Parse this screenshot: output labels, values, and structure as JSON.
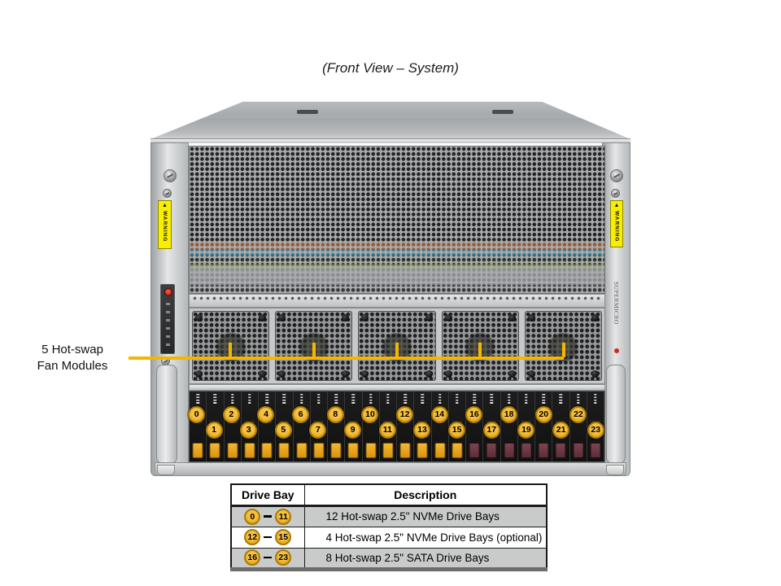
{
  "title": "(Front View – System)",
  "callout": {
    "label_line1": "5 Hot-swap",
    "label_line2": "Fan Modules",
    "line_color": "#F2B705"
  },
  "chassis": {
    "brand_vertical": "SUPERMICRO",
    "warning_label": "WARNING",
    "fan_module_count": 5,
    "drive_bay_numbers": [
      0,
      1,
      2,
      3,
      4,
      5,
      6,
      7,
      8,
      9,
      10,
      11,
      12,
      13,
      14,
      15,
      16,
      17,
      18,
      19,
      20,
      21,
      22,
      23
    ],
    "bay_groups": [
      {
        "first": 0,
        "last": 15,
        "latch_style": "amber",
        "latch_color": "#E8A41F"
      },
      {
        "first": 16,
        "last": 23,
        "latch_style": "maroon",
        "latch_color": "#6E3742"
      }
    ]
  },
  "table": {
    "headers": [
      "Drive Bay",
      "Description"
    ],
    "rows": [
      {
        "from": "0",
        "to": "11",
        "description": "12 Hot-swap 2.5\" NVMe Drive Bays"
      },
      {
        "from": "12",
        "to": "15",
        "description": "4 Hot-swap 2.5\" NVMe Drive Bays (optional)"
      },
      {
        "from": "16",
        "to": "23",
        "description": "8 Hot-swap 2.5\" SATA Drive Bays"
      }
    ]
  },
  "colors": {
    "badge_fill": "#E8A81E",
    "badge_ring": "#A87C06",
    "callout_line": "#F2B705",
    "table_row_alt": "#C9CBCA"
  }
}
